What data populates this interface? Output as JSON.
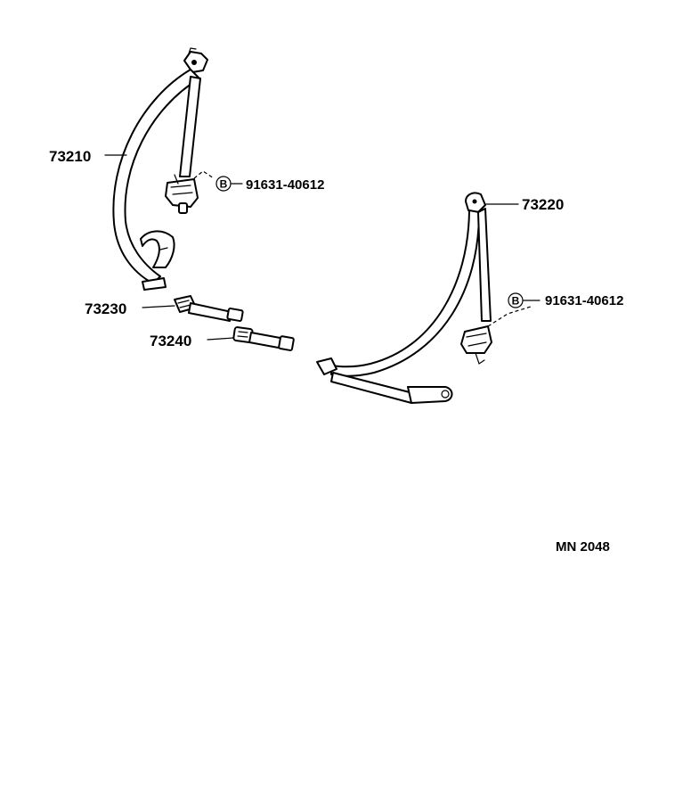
{
  "parts": {
    "rear_belt_left": "73210",
    "rear_belt_right": "73220",
    "buckle_a": "73230",
    "buckle_b": "73240"
  },
  "bolts": {
    "left": {
      "symbol": "B",
      "part_no": "91631-40612"
    },
    "right": {
      "symbol": "B",
      "part_no": "91631-40612"
    }
  },
  "figure_code": "MN 2048"
}
